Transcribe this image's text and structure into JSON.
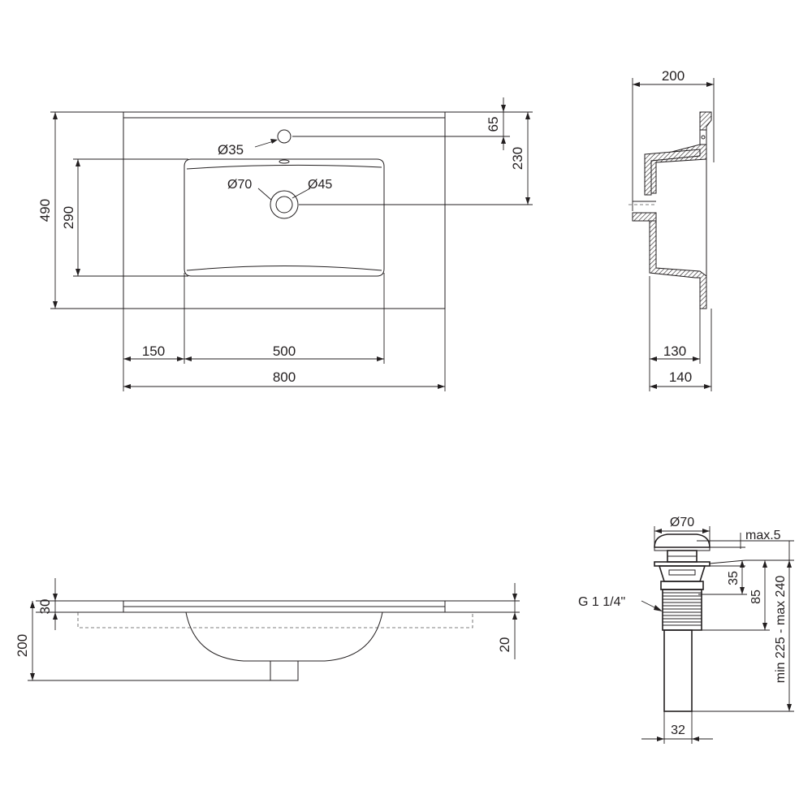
{
  "top_view": {
    "total_width": "800",
    "left_offset": "150",
    "bowl_width": "500",
    "total_depth": "490",
    "bowl_depth": "290",
    "tap_hole_from_back": "65",
    "drain_from_back": "230",
    "tap_hole_diameter": "Ø35",
    "drain_outer_diameter": "Ø70",
    "drain_inner_diameter": "Ø45"
  },
  "side_section": {
    "total_depth_top": "200",
    "bowl_depth_inner": "130",
    "bowl_depth_outer": "140"
  },
  "front_view": {
    "rim_thickness": "30",
    "total_height": "200",
    "lip_height": "20"
  },
  "drain_detail": {
    "cap_diameter": "Ø70",
    "cap_max": "max.5",
    "thread": "G 1 1/4\"",
    "cap_height": "35",
    "thread_length": "85",
    "adjustable_length": "min 225 - max 240",
    "pipe_diameter": "32"
  }
}
